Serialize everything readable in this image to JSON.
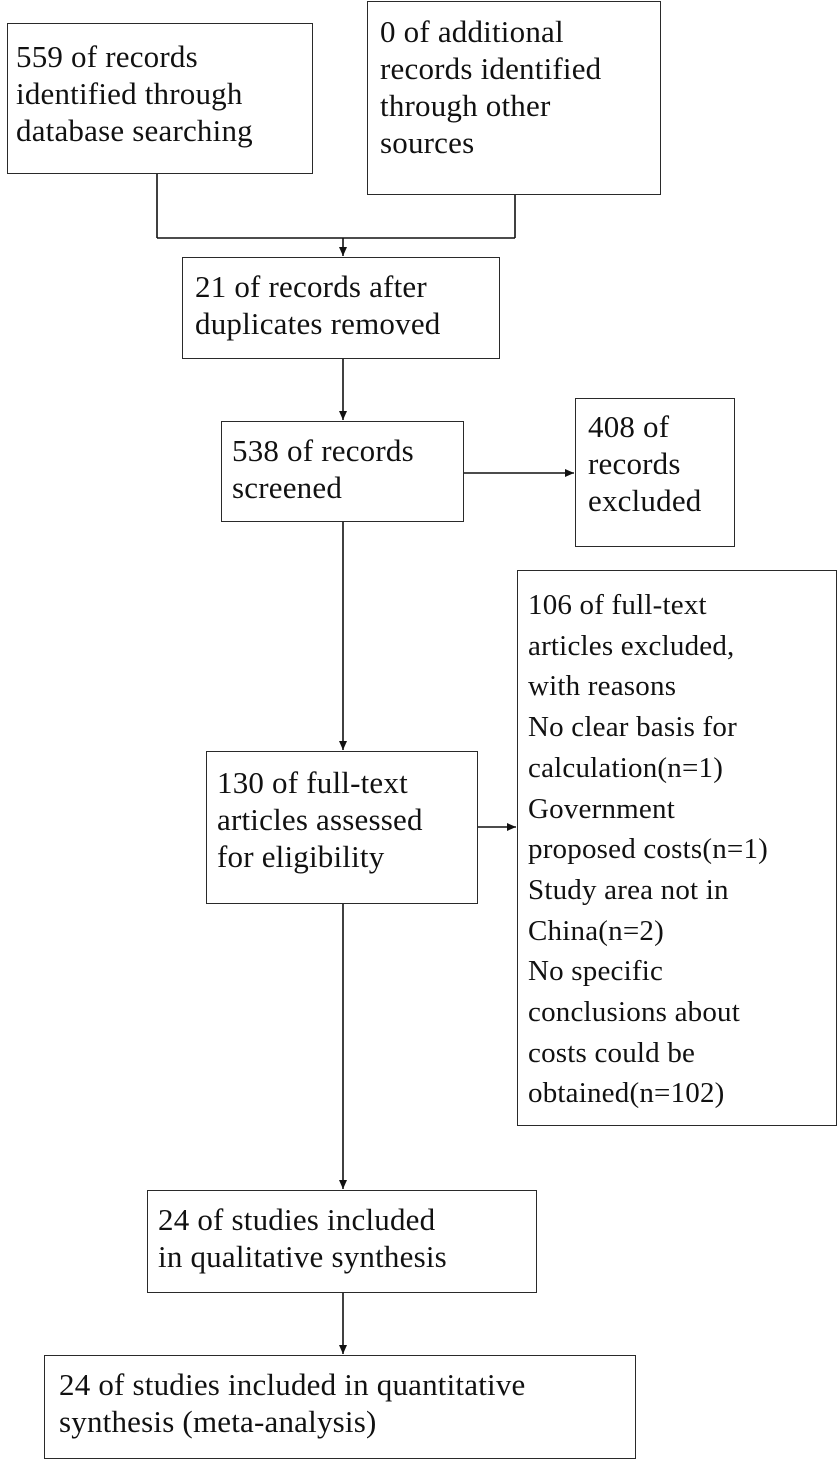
{
  "boxes": {
    "database": {
      "lines": [
        "559 of records",
        "identified through",
        "database searching"
      ]
    },
    "other_sources": {
      "lines": [
        "0 of additional",
        "records identified",
        "through other",
        "sources"
      ]
    },
    "duplicates_removed": {
      "lines": [
        "21 of records after",
        "duplicates removed"
      ]
    },
    "screened": {
      "lines": [
        "538 of records",
        "screened"
      ]
    },
    "records_excluded": {
      "lines": [
        "408 of",
        "records",
        "excluded"
      ]
    },
    "fulltext_assessed": {
      "lines": [
        "130 of full-text",
        "articles assessed",
        "for eligibility"
      ]
    },
    "fulltext_excluded": {
      "lines": [
        "106 of full-text",
        "articles excluded,",
        "with reasons",
        "No clear basis for",
        "calculation(n=1)",
        "Government",
        "proposed costs(n=1)",
        "Study area not in",
        "China(n=2)",
        "No specific",
        "conclusions about",
        "costs could be",
        "obtained(n=102)"
      ]
    },
    "qualitative": {
      "lines": [
        "24 of studies included",
        "in qualitative synthesis"
      ]
    },
    "quantitative": {
      "lines": [
        "24 of studies included in quantitative",
        "synthesis (meta-analysis)"
      ]
    }
  },
  "colors": {
    "border": "#2a2a2a",
    "text": "#111111",
    "background": "#ffffff"
  }
}
